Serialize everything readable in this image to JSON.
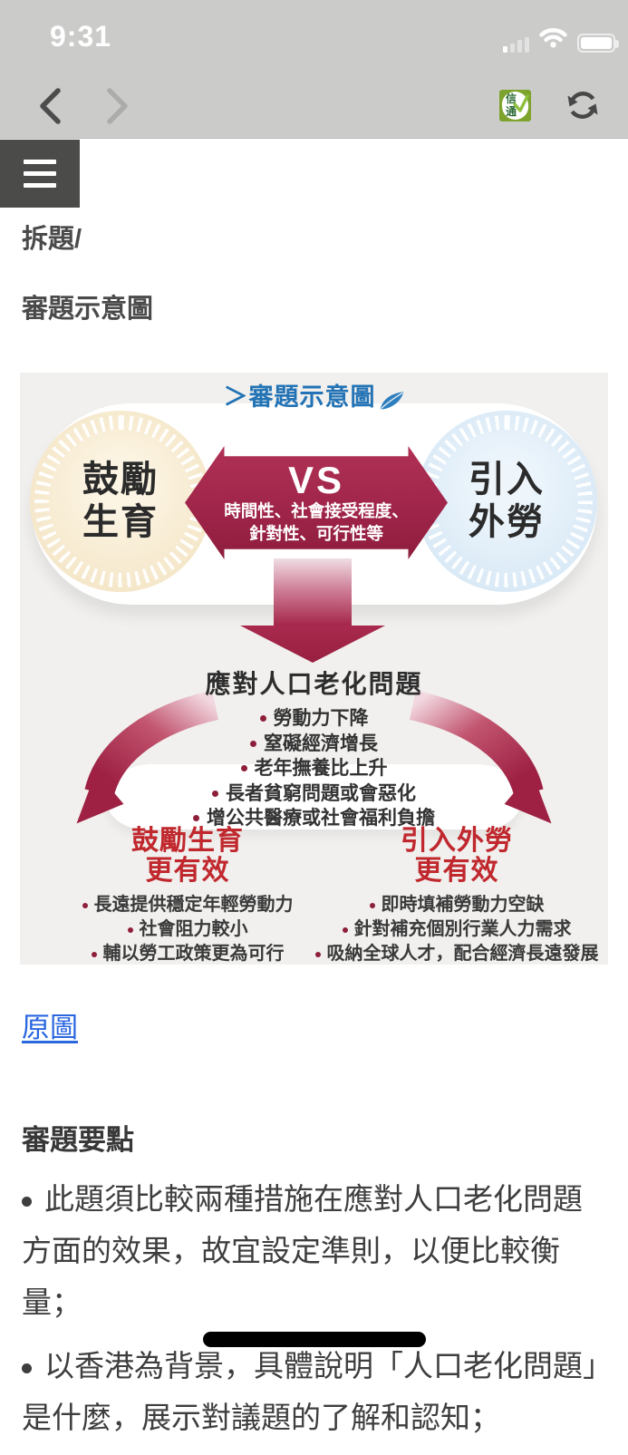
{
  "status_bar": {
    "time": "9:31"
  },
  "nav_bar": {
    "app_icon_text": "信通"
  },
  "content": {
    "heading_small": "拆題/",
    "heading_diagram": "審題示意圖",
    "original_link": "原圖",
    "heading_points": "審題要點",
    "paragraphs": [
      "此題須比較兩種措施在應對人口老化問題方面的效果，故宜設定準則，以便比較衡量；",
      "以香港為背景，具體說明「人口老化問題」是什麼，展示對議題的了解和認知；"
    ]
  },
  "infographic": {
    "title_prefix": "＞",
    "title": "審題示意圖",
    "left_circle_lines": [
      "鼓勵",
      "生育"
    ],
    "vs_label": "VS",
    "criteria_lines": [
      "時間性、社會接受程度、",
      "針對性、可行性等"
    ],
    "right_circle_lines": [
      "引入",
      "外勞"
    ],
    "problem_heading": "應對人口老化問題",
    "problems": [
      "勞動力下降",
      "窒礙經濟增長",
      "老年撫養比上升",
      "長者貧窮問題或會惡化",
      "增公共醫療或社會福利負擔"
    ],
    "left_column": {
      "title_lines": [
        "鼓勵生育",
        "更有效"
      ],
      "points": [
        "長遠提供穩定年輕勞動力",
        "社會阻力較小",
        "輔以勞工政策更為可行"
      ]
    },
    "right_column": {
      "title_lines": [
        "引入外勞",
        "更有效"
      ],
      "points": [
        "即時填補勞動力空缺",
        "針對補充個別行業人力需求",
        "吸納全球人才，配合經濟長遠發展"
      ]
    },
    "colors": {
      "crimson": "#9e2145",
      "bright_red": "#c0282e",
      "cream_circle": "#f5e7ca",
      "blue_circle": "#d9e9f6",
      "title_blue": "#2373b5",
      "diagram_bg": "#f1f0ee"
    }
  }
}
